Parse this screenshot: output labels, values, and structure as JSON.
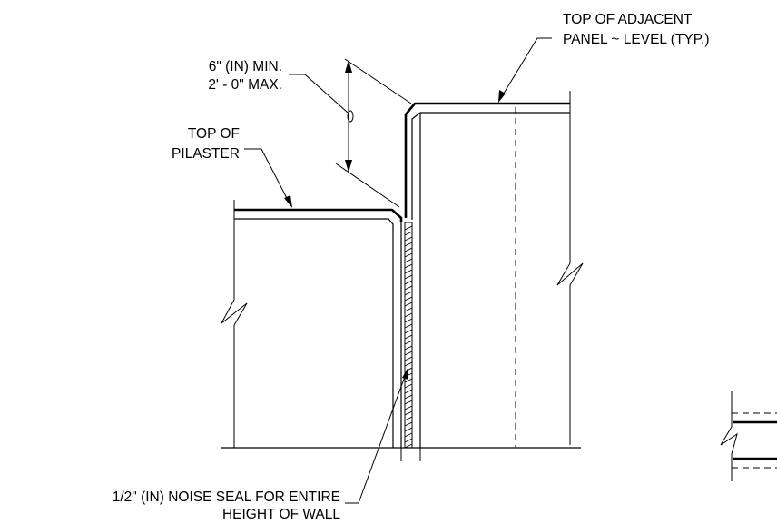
{
  "labels": {
    "top_panel_line1": "TOP OF ADJACENT",
    "top_panel_line2": "PANEL ~  LEVEL (TYP.)",
    "dim_line1": "6\" (IN) MIN.",
    "dim_line2": "2' - 0\" MAX.",
    "pilaster_line1": "TOP OF",
    "pilaster_line2": "PILASTER",
    "seal_line1": "1/2\" (IN) NOISE SEAL FOR ENTIRE",
    "seal_line2": "HEIGHT OF WALL"
  }
}
